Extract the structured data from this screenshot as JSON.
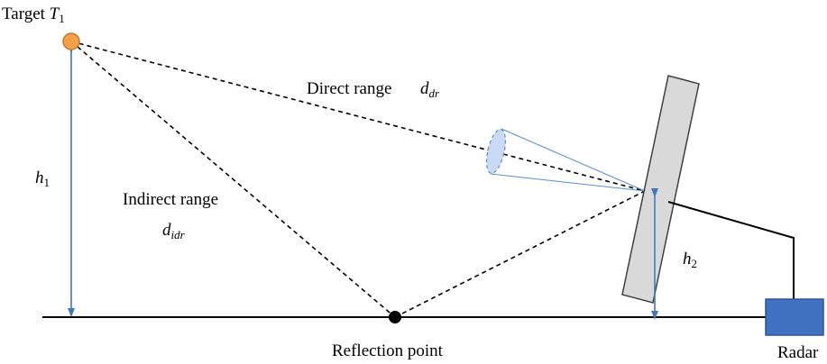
{
  "labels": {
    "target": "Target ",
    "target_sym": "T",
    "target_sub": "1",
    "h1_sym": "h",
    "h1_sub": "1",
    "h2_sym": "h",
    "h2_sub": "2",
    "direct_range": "Direct range",
    "ddr_sym": "d",
    "ddr_sub": "dr",
    "indirect_range": "Indirect range",
    "didr_sym": "d",
    "didr_sub": "idr",
    "reflection_point": "Reflection point",
    "radar": "Radar"
  },
  "colors": {
    "target_fill": "#f5a04a",
    "target_stroke": "#c77a2c",
    "arrow_blue": "#3f78c1",
    "beam_line": "#5b8fd0",
    "beam_ellipse_fill": "#c9daf5",
    "antenna_fill": "#d9d9d9",
    "antenna_stroke": "#404040",
    "radar_fill": "#3f73c1",
    "radar_stroke": "#2f5597",
    "ground": "#000000"
  }
}
